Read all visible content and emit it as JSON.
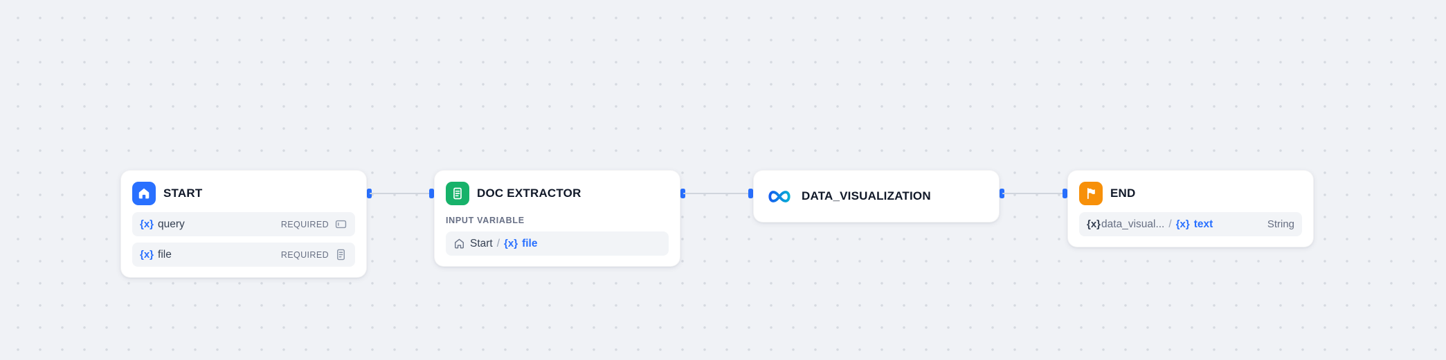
{
  "canvas": {
    "background_color": "#f0f2f6",
    "dot_color": "#d5d9e0"
  },
  "colors": {
    "accent_blue": "#2970ff",
    "edge_gray": "#d0d5dd",
    "start_icon_bg": "#2970ff",
    "doc_extractor_icon_bg": "#17b26a",
    "end_icon_bg": "#f79009",
    "infinity_gradient_start": "#155eef",
    "infinity_gradient_end": "#06aed4"
  },
  "nodes": {
    "start": {
      "title": "START",
      "icon": "home-icon",
      "variables": [
        {
          "prefix": "{x}",
          "name": "query",
          "badge": "REQUIRED",
          "type_icon": "text-input-icon"
        },
        {
          "prefix": "{x}",
          "name": "file",
          "badge": "REQUIRED",
          "type_icon": "file-icon"
        }
      ]
    },
    "doc_extractor": {
      "title": "DOC EXTRACTOR",
      "icon": "document-extract-icon",
      "section_label": "INPUT VARIABLE",
      "input_reference": {
        "source_icon": "home-icon",
        "source_node": "Start",
        "separator": "/",
        "variable_prefix": "{x}",
        "variable_name": "file"
      }
    },
    "data_visualization": {
      "title": "DATA_VISUALIZATION",
      "icon": "infinity-icon"
    },
    "end": {
      "title": "END",
      "icon": "flag-icon",
      "output_reference": {
        "prefix": "{x}",
        "source_node": "data_visual...",
        "separator": "/",
        "variable_prefix": "{x}",
        "variable_name": "text",
        "value_type": "String"
      }
    }
  },
  "edges": [
    {
      "from": "start",
      "to": "doc_extractor"
    },
    {
      "from": "doc_extractor",
      "to": "data_visualization"
    },
    {
      "from": "data_visualization",
      "to": "end"
    }
  ]
}
